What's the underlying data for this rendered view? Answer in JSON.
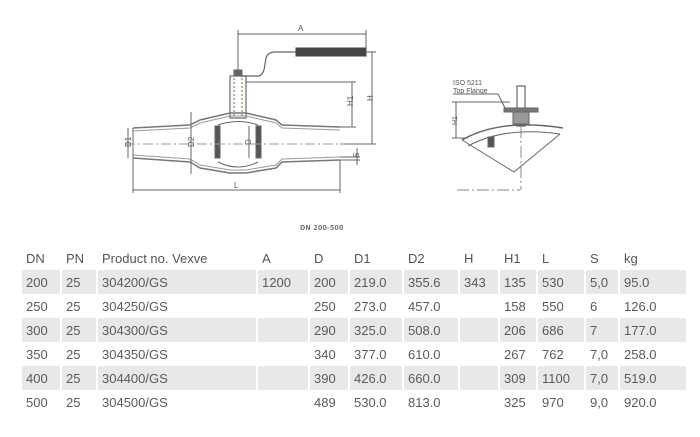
{
  "drawing": {
    "main_view_labels": {
      "A": "A",
      "H": "H",
      "H1": "H1",
      "D": "D",
      "D1": "D1",
      "D2": "D2",
      "L": "L",
      "S": "S"
    },
    "detail_view_labels": {
      "flange_line1": "ISO 5211",
      "flange_line2": "Top Flange",
      "H1": "H1"
    }
  },
  "caption": "DN 200-500",
  "table": {
    "headers": [
      "DN",
      "PN",
      "Product no. Vexve",
      "A",
      "D",
      "D1",
      "D2",
      "H",
      "H1",
      "L",
      "S",
      "kg"
    ],
    "rows": [
      [
        "200",
        "25",
        "304200/GS",
        "1200",
        "200",
        "219.0",
        "355.6",
        "343",
        "135",
        "530",
        "5,0",
        "95.0"
      ],
      [
        "250",
        "25",
        "304250/GS",
        "",
        "250",
        "273.0",
        "457.0",
        "",
        "158",
        "550",
        "6",
        "126.0"
      ],
      [
        "300",
        "25",
        "304300/GS",
        "",
        "290",
        "325.0",
        "508.0",
        "",
        "206",
        "686",
        "7",
        "177.0"
      ],
      [
        "350",
        "25",
        "304350/GS",
        "",
        "340",
        "377.0",
        "610.0",
        "",
        "267",
        "762",
        "7,0",
        "258.0"
      ],
      [
        "400",
        "25",
        "304400/GS",
        "",
        "390",
        "426.0",
        "660.0",
        "",
        "309",
        "1100",
        "7,0",
        "519.0"
      ],
      [
        "500",
        "25",
        "304500/GS",
        "",
        "489",
        "530.0",
        "813.0",
        "",
        "325",
        "970",
        "9,0",
        "920.0"
      ]
    ]
  },
  "colors": {
    "shaded_row": "#e8e8e8",
    "text": "#5a5a5a",
    "line": "#666666"
  }
}
